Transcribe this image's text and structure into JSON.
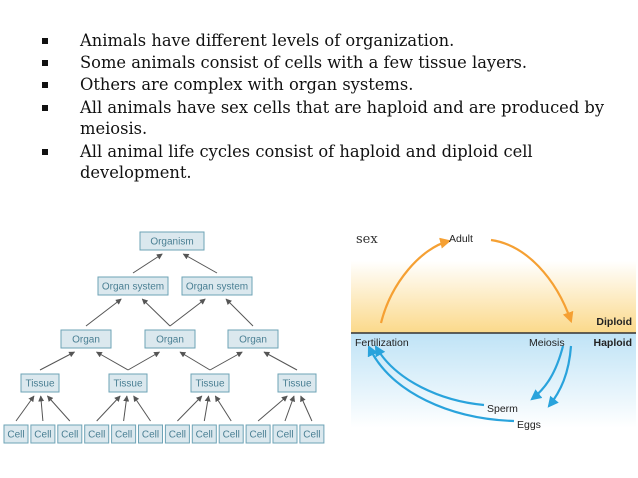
{
  "bullets": [
    "Animals have different levels of organization.",
    "Some animals consist of cells with a few tissue layers.",
    "Others are complex with organ systems.",
    "All animals have sex cells that are haploid and are produced by meiosis.",
    "All animal life cycles consist of haploid and diploid cell development."
  ],
  "hierarchy": {
    "organism": "Organism",
    "organ_system": "Organ system",
    "organ": "Organ",
    "tissue": "Tissue",
    "cell": "Cell"
  },
  "cycle": {
    "sex": "sex",
    "adult": "Adult",
    "diploid": "Diploid",
    "haploid": "Haploid",
    "fertilization": "Fertilization",
    "meiosis": "Meiosis",
    "sperm": "Sperm",
    "eggs": "Eggs"
  },
  "colors": {
    "box_fill": "#dbe8ee",
    "box_stroke": "#6ea3b6",
    "diploid_zone": "#fbd98a",
    "haploid_zone": "#bfe3f6",
    "arrow_orange": "#f5a033",
    "arrow_blue": "#29a3dc"
  }
}
